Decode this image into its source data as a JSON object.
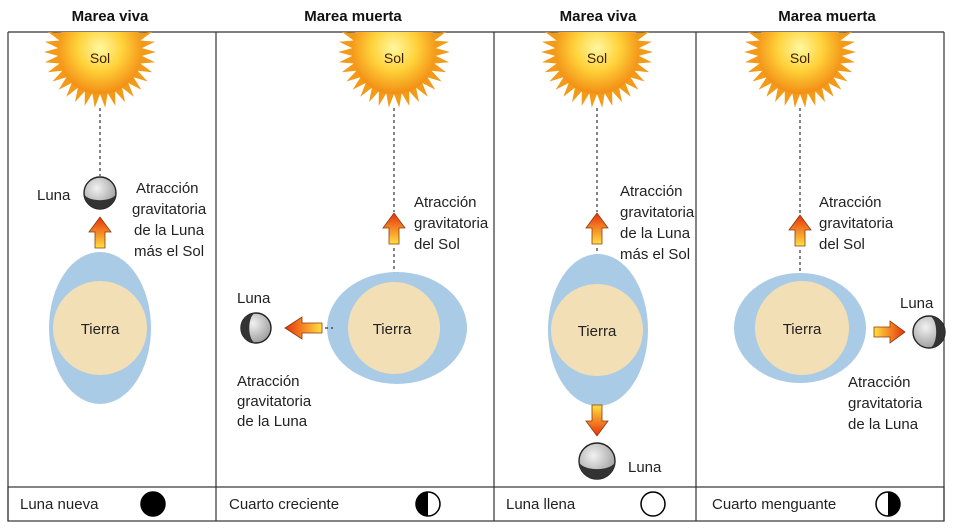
{
  "panels": [
    {
      "title": "Marea viva",
      "sun_label": "Sol",
      "earth_label": "Tierra",
      "moon_label": "Luna",
      "attraction_lines": [
        "Atracción",
        "gravitatoria",
        "de la Luna",
        "más el Sol"
      ],
      "phase_label": "Luna nueva",
      "phase_icon": "new-moon-icon"
    },
    {
      "title": "Marea muerta",
      "sun_label": "Sol",
      "earth_label": "Tierra",
      "moon_label": "Luna",
      "sun_attraction_lines": [
        "Atracción",
        "gravitatoria",
        "del Sol"
      ],
      "moon_attraction_lines": [
        "Atracción",
        "gravitatoria",
        "de la Luna"
      ],
      "phase_label": "Cuarto creciente",
      "phase_icon": "first-quarter-moon-icon"
    },
    {
      "title": "Marea viva",
      "sun_label": "Sol",
      "earth_label": "Tierra",
      "moon_label": "Luna",
      "attraction_lines": [
        "Atracción",
        "gravitatoria",
        "de la Luna",
        "más el Sol"
      ],
      "phase_label": "Luna llena",
      "phase_icon": "full-moon-icon"
    },
    {
      "title": "Marea muerta",
      "sun_label": "Sol",
      "earth_label": "Tierra",
      "moon_label": "Luna",
      "sun_attraction_lines": [
        "Atracción",
        "gravitatoria",
        "del Sol"
      ],
      "moon_attraction_lines": [
        "Atracción",
        "gravitatoria",
        "de la Luna"
      ],
      "phase_label": "Cuarto menguante",
      "phase_icon": "last-quarter-moon-icon"
    }
  ],
  "colors": {
    "sun_inner": "#fff27a",
    "sun_outer": "#f08a12",
    "ocean": "#a9cbe6",
    "earth": "#f3dfb6",
    "moon_light": "#d8d8d8",
    "moon_dark": "#3a3a3a",
    "arrow_top": "#f03a0a",
    "arrow_bottom": "#ffd230"
  }
}
